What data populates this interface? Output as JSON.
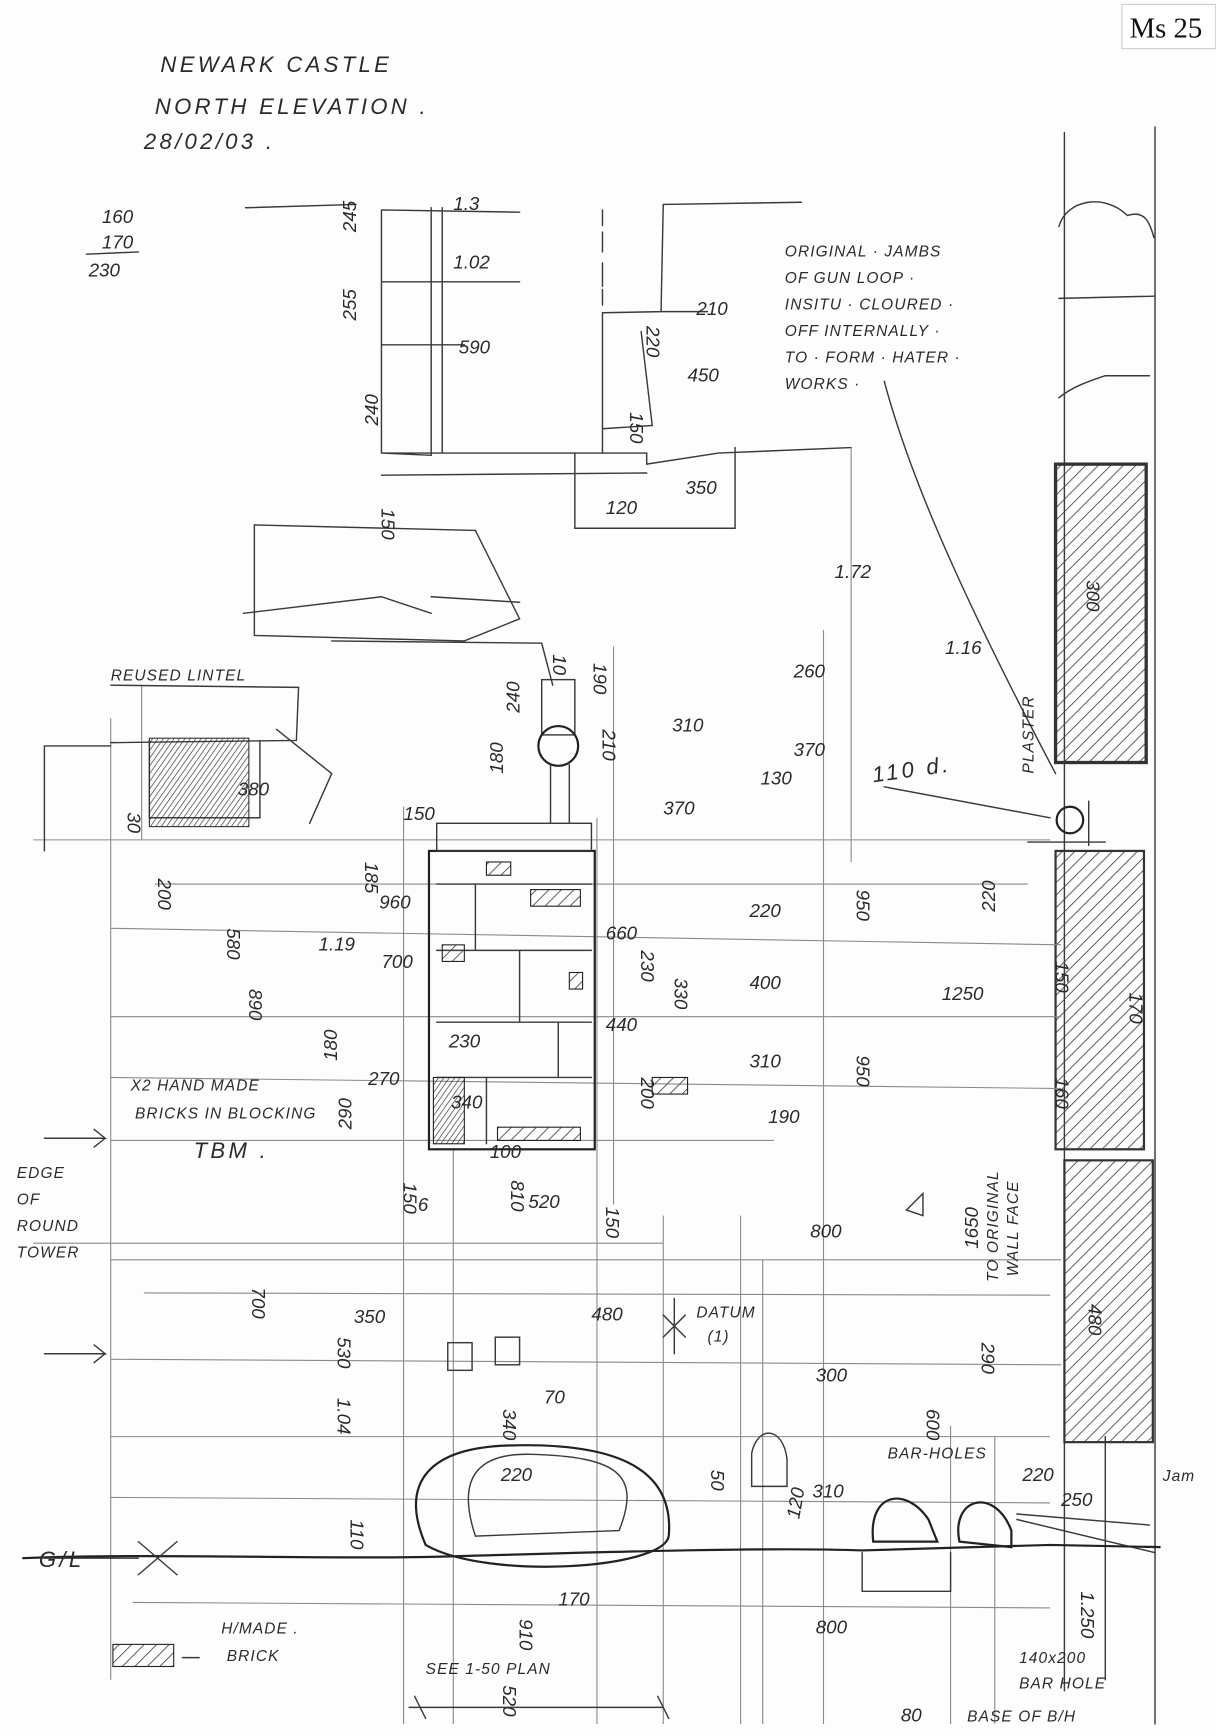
{
  "sheet_ref": "Ms 25",
  "title": {
    "line1": "NEWARK CASTLE",
    "line2": "NORTH ELEVATION .",
    "date": "28/02/03 ."
  },
  "margin_sums": [
    "160",
    "170",
    "230"
  ],
  "notes": {
    "gun_loop": [
      "ORIGINAL · JAMBS",
      "OF GUN LOOP ·",
      "INSITU · CLOURED ·",
      "OFF INTERNALLY ·",
      "TO · FORM · HATER ·",
      "WORKS ·"
    ],
    "reused_lintel": "REUSED LINTEL",
    "bricks": [
      "X2 HAND MADE",
      "BRICKS IN BLOCKING"
    ],
    "tbm": "TBM .",
    "round_tower": [
      "EDGE",
      "OF",
      "ROUND",
      "TOWER"
    ],
    "wall_face": [
      "1650",
      "TO ORIGINAL",
      "WALL FACE"
    ],
    "datum": [
      "DATUM",
      "(1)"
    ],
    "bar_holes": "BAR-HOLES",
    "jam": "Jam",
    "gl": "G/L",
    "plaster": "PLASTER",
    "legend": [
      "H/MADE .",
      "BRICK"
    ],
    "see_plan": "SEE 1-50 PLAN",
    "bar_hole_size": [
      "140x200",
      "BAR HOLE"
    ],
    "base": "BASE OF B/H",
    "code": "110 d."
  },
  "dimensions": [
    "1.3",
    "1.02",
    "590",
    "245",
    "255",
    "240",
    "150",
    "210",
    "220",
    "450",
    "150",
    "120",
    "350",
    "1.72",
    "1.16",
    "300",
    "380",
    "30",
    "200",
    "580",
    "1.19",
    "890",
    "240",
    "10",
    "190",
    "260",
    "310",
    "210",
    "180",
    "370",
    "130",
    "370",
    "150",
    "960",
    "185",
    "700",
    "660",
    "220",
    "950",
    "230",
    "330",
    "400",
    "440",
    "1250",
    "220",
    "150",
    "170",
    "160",
    "310",
    "950",
    "190",
    "200",
    "180",
    "230",
    "270",
    "290",
    "340",
    "100",
    "150",
    "6",
    "810",
    "520",
    "150",
    "800",
    "480",
    "700",
    "350",
    "530",
    "480",
    "300",
    "290",
    "1.04",
    "340",
    "70",
    "600",
    "220",
    "50",
    "310",
    "220",
    "250",
    "110",
    "120",
    "170",
    "910",
    "1.250",
    "800",
    "520",
    "80"
  ],
  "colors": {
    "pencil": "#2a2a2a",
    "paper": "#fdfdfd"
  }
}
